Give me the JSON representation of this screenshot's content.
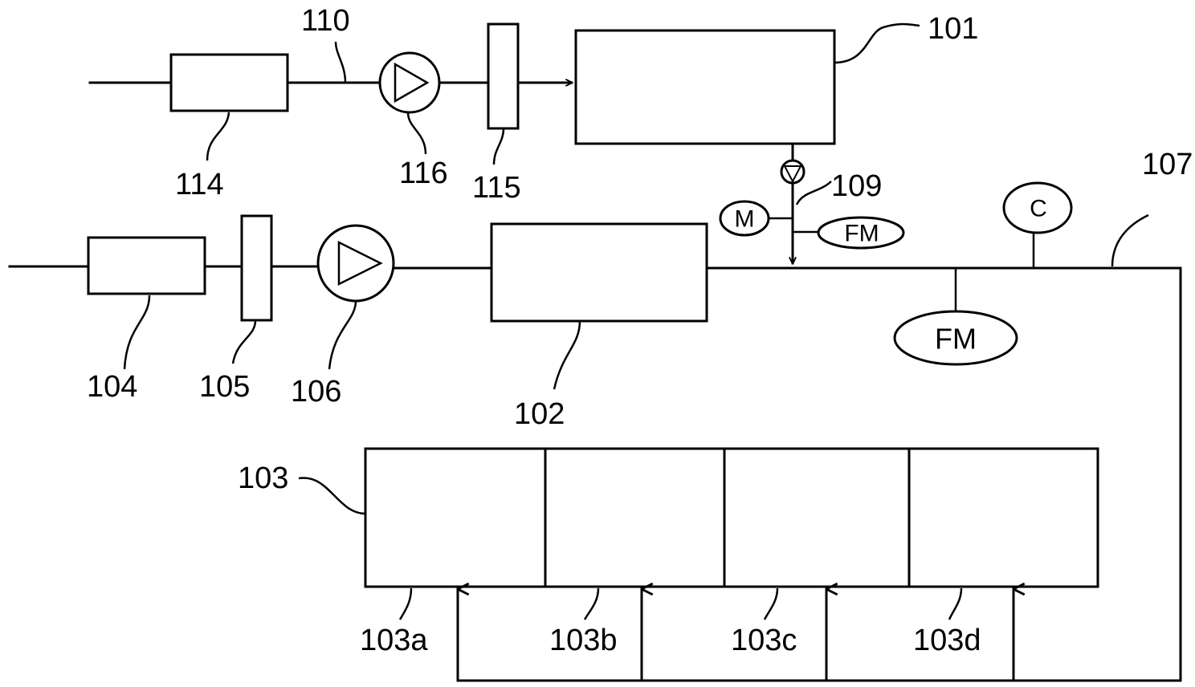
{
  "labels": {
    "l101": "101",
    "l102": "102",
    "l103": "103",
    "l103a": "103a",
    "l103b": "103b",
    "l103c": "103c",
    "l103d": "103d",
    "l104": "104",
    "l105": "105",
    "l106": "106",
    "l107": "107",
    "l109": "109",
    "l110": "110",
    "l114": "114",
    "l115": "115",
    "l116": "116"
  },
  "symbols": {
    "motor": "M",
    "flowmeter_small": "FM",
    "flowmeter_large": "FM",
    "concentration": "C"
  }
}
